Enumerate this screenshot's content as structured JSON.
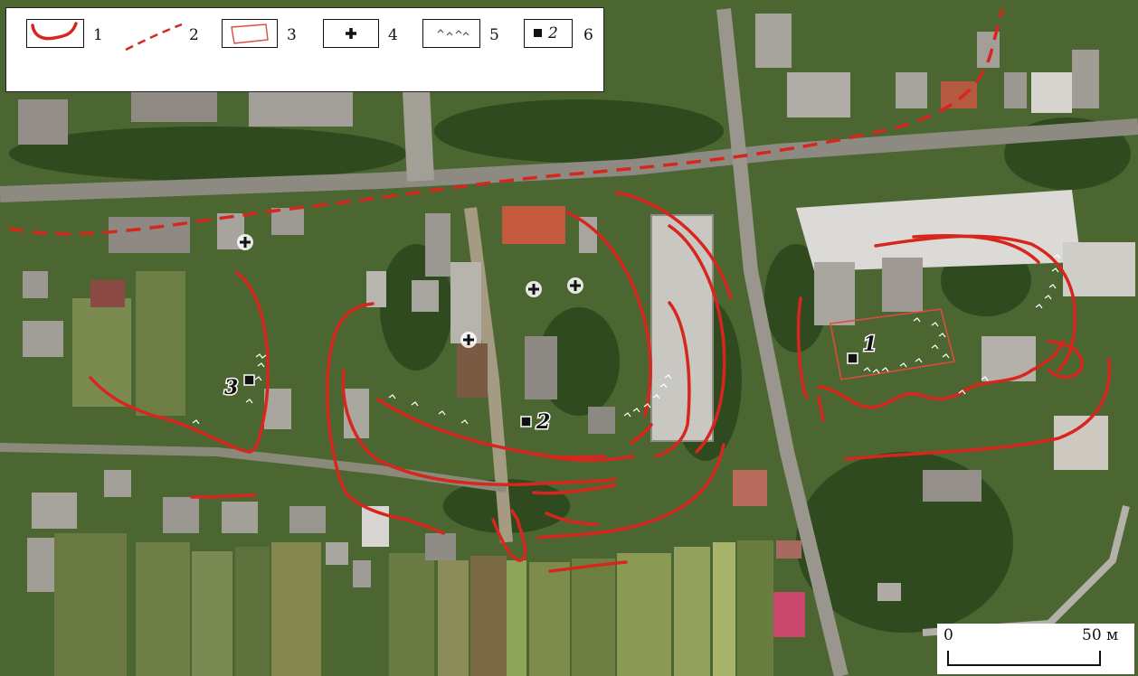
{
  "legend": [
    {
      "id": "1",
      "icon": "landslide-scarp-icon"
    },
    {
      "id": "2",
      "icon": "dashed-boundary-icon"
    },
    {
      "id": "3",
      "icon": "survey-area-outline-icon"
    },
    {
      "id": "4",
      "icon": "cross-icon"
    },
    {
      "id": "5",
      "icon": "crack-marks-icon"
    },
    {
      "id": "6",
      "icon": "square-point-icon",
      "sample": "2"
    }
  ],
  "points": [
    {
      "label": "1"
    },
    {
      "label": "2"
    },
    {
      "label": "3"
    }
  ],
  "scale": {
    "start": "0",
    "end": "50 м"
  },
  "colors": {
    "scarp": "#d7261e",
    "frame": "#e04a3c",
    "marker": "#111111"
  }
}
